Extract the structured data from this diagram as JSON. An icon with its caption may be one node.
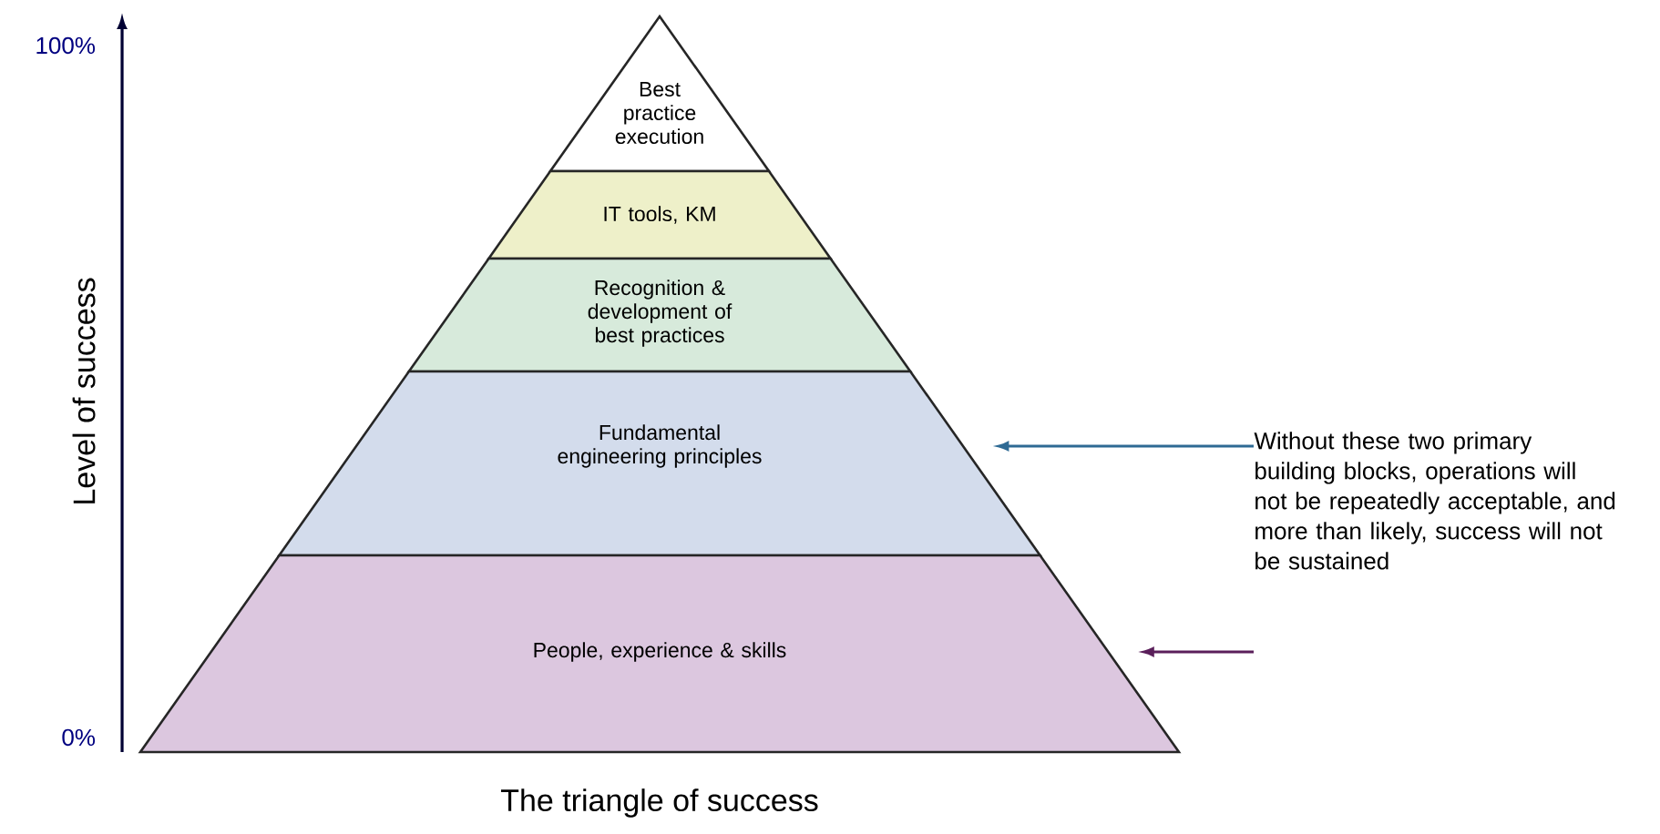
{
  "diagram": {
    "caption": "The triangle of success",
    "nodes": [
      {
        "text": [
          "Best practice execution"
        ]
      },
      {
        "text": [
          "IT tools, KM"
        ]
      },
      {
        "text": [
          "Recognition & development of best practices"
        ]
      },
      {
        "text": [
          "Fundamental engineering principles"
        ]
      },
      {
        "text": [
          "People, experience & skills"
        ]
      },
      {
        "text": [
          "Without these two primary building blocks, operations will not be repeatedly acceptable, and more than likely, success will not be sustained"
        ]
      }
    ],
    "edges": [
      {
        "from": 5,
        "to": 3,
        "arrow": "to",
        "color": "#2e6a94"
      },
      {
        "from": 5,
        "to": 4,
        "arrow": "to",
        "color": "#5a1f5a"
      }
    ],
    "labels": [
      "100%",
      "Level of success",
      "0%"
    ]
  }
}
